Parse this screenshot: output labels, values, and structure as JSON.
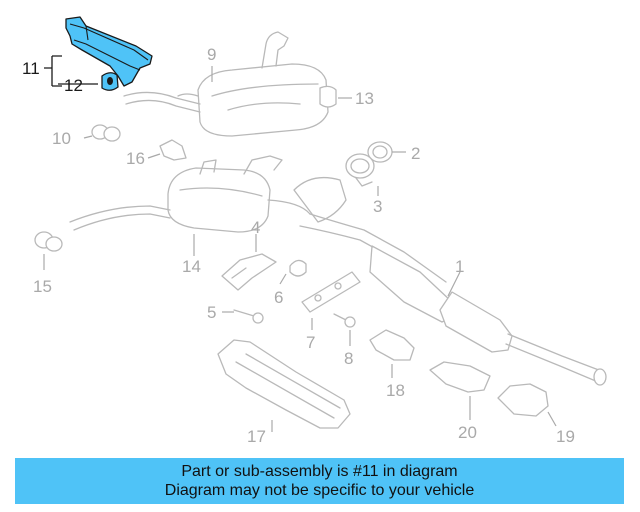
{
  "diagram": {
    "callouts": {
      "c1": "1",
      "c2": "2",
      "c3": "3",
      "c4": "4",
      "c5": "5",
      "c6": "6",
      "c7": "7",
      "c8": "8",
      "c9": "9",
      "c10": "10",
      "c11": "11",
      "c12": "12",
      "c13": "13",
      "c14": "14",
      "c15": "15",
      "c16": "16",
      "c17": "17",
      "c18": "18",
      "c19": "19",
      "c20": "20"
    },
    "highlighted_part": "11",
    "colors": {
      "highlight": "#4fc3f7",
      "linework": "#b9b9b9",
      "callout_text": "#a9a9a9"
    }
  },
  "banner": {
    "line1": "Part or sub-assembly is #11 in diagram",
    "line2": "Diagram may not be specific to your vehicle",
    "color": "#4fc3f7"
  }
}
